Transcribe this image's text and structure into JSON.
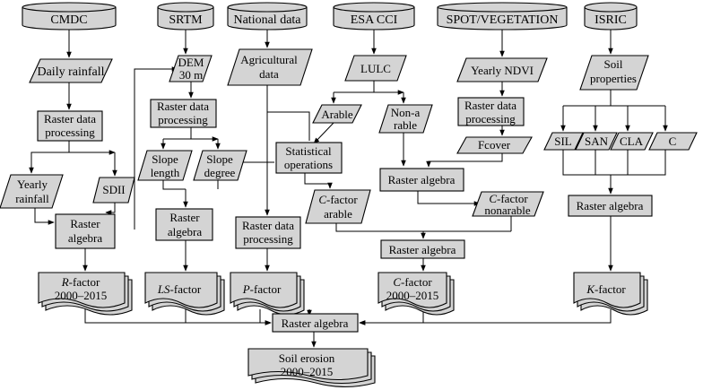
{
  "sources": {
    "cmdc": "CMDC",
    "srtm": "SRTM",
    "national_data": "National data",
    "esa_cci": "ESA CCI",
    "spot_vegetation": "SPOT/VEGETATION",
    "isric": "ISRIC"
  },
  "rainfall": {
    "daily_rainfall": "Daily rainfall",
    "raster_processing": [
      "Raster data",
      "processing"
    ],
    "yearly_rainfall": [
      "Yearly",
      "rainfall"
    ],
    "sdii": "SDII",
    "raster_algebra": [
      "Raster",
      "algebra"
    ],
    "r_factor": {
      "letter": "R",
      "suffix": "-factor",
      "years": "2000–2015"
    }
  },
  "topography": {
    "dem": [
      "DEM",
      "30 m"
    ],
    "raster_processing": [
      "Raster data",
      "processing"
    ],
    "slope_length": [
      "Slope",
      "length"
    ],
    "slope_degree": [
      "Slope",
      "degree"
    ],
    "raster_algebra": [
      "Raster",
      "algebra"
    ],
    "ls_factor": {
      "letter": "LS",
      "suffix": "-factor"
    }
  },
  "agriculture": {
    "agricultural_data": [
      "Agricultural",
      "data"
    ],
    "statistical_operations": [
      "Statistical",
      "operations"
    ],
    "raster_processing": [
      "Raster data",
      "processing"
    ],
    "p_factor": {
      "letter": "P",
      "suffix": "-factor"
    }
  },
  "land_cover": {
    "lulc": "LULC",
    "arable": "Arable",
    "non_arable": [
      "Non-a",
      "rable"
    ],
    "c_factor_arable": {
      "letter": "C",
      "suffix": "-factor",
      "line2": "arable"
    },
    "raster_algebra_1": "Raster algebra",
    "c_factor_nonarable": {
      "letter": "C",
      "suffix": "-factor",
      "line2": "nonarable"
    },
    "raster_algebra_2": "Raster algebra",
    "c_factor": {
      "letter": "C",
      "suffix": "-factor",
      "years": "2000–2015"
    }
  },
  "vegetation": {
    "yearly_ndvi": "Yearly NDVI",
    "raster_processing": [
      "Raster data",
      "processing"
    ],
    "fcover": "Fcover"
  },
  "soil": {
    "soil_properties": [
      "Soil",
      "properties"
    ],
    "sil": "SIL",
    "san": "SAN",
    "cla": "CLA",
    "c": "C",
    "raster_algebra": "Raster algebra",
    "k_factor": {
      "letter": "K",
      "suffix": "-factor"
    }
  },
  "final": {
    "raster_algebra": "Raster algebra",
    "soil_erosion": [
      "Soil erosion",
      "2000–2015"
    ]
  }
}
